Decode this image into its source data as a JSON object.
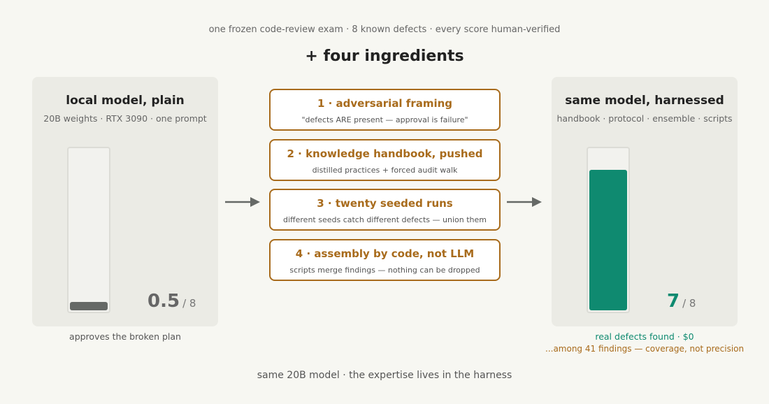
{
  "subtitle": "one frozen code-review exam · 8 known defects · every score human-verified",
  "headline": "+ four ingredients",
  "left_panel": {
    "title": "local model, plain",
    "subtitle": "20B weights · RTX 3090 · one prompt",
    "score": "0.5",
    "score_total": "/ 8",
    "fill_fraction": 0.0625,
    "caption": "approves the broken plan"
  },
  "ingredients": [
    {
      "title": "1 · adversarial framing",
      "desc": "\"defects ARE present — approval is failure\""
    },
    {
      "title": "2 · knowledge handbook, pushed",
      "desc": "distilled practices + forced audit walk"
    },
    {
      "title": "3 · twenty seeded runs",
      "desc": "different seeds catch different defects — union them"
    },
    {
      "title": "4 · assembly by code, not LLM",
      "desc": "scripts merge findings — nothing can be dropped"
    }
  ],
  "right_panel": {
    "title": "same model, harnessed",
    "subtitle": "handbook · protocol · ensemble · scripts",
    "score": "7",
    "score_total": "/ 8",
    "fill_fraction": 0.875,
    "caption": "real defects found · $0",
    "caption2": "...among 41 findings — coverage, not precision"
  },
  "footer": "same 20B model · the expertise lives in the harness",
  "colors": {
    "accent_gold": "#a86b1c",
    "accent_green": "#0f8a70",
    "plain_bar": "#666966",
    "panel_bg": "#ebebe5"
  }
}
